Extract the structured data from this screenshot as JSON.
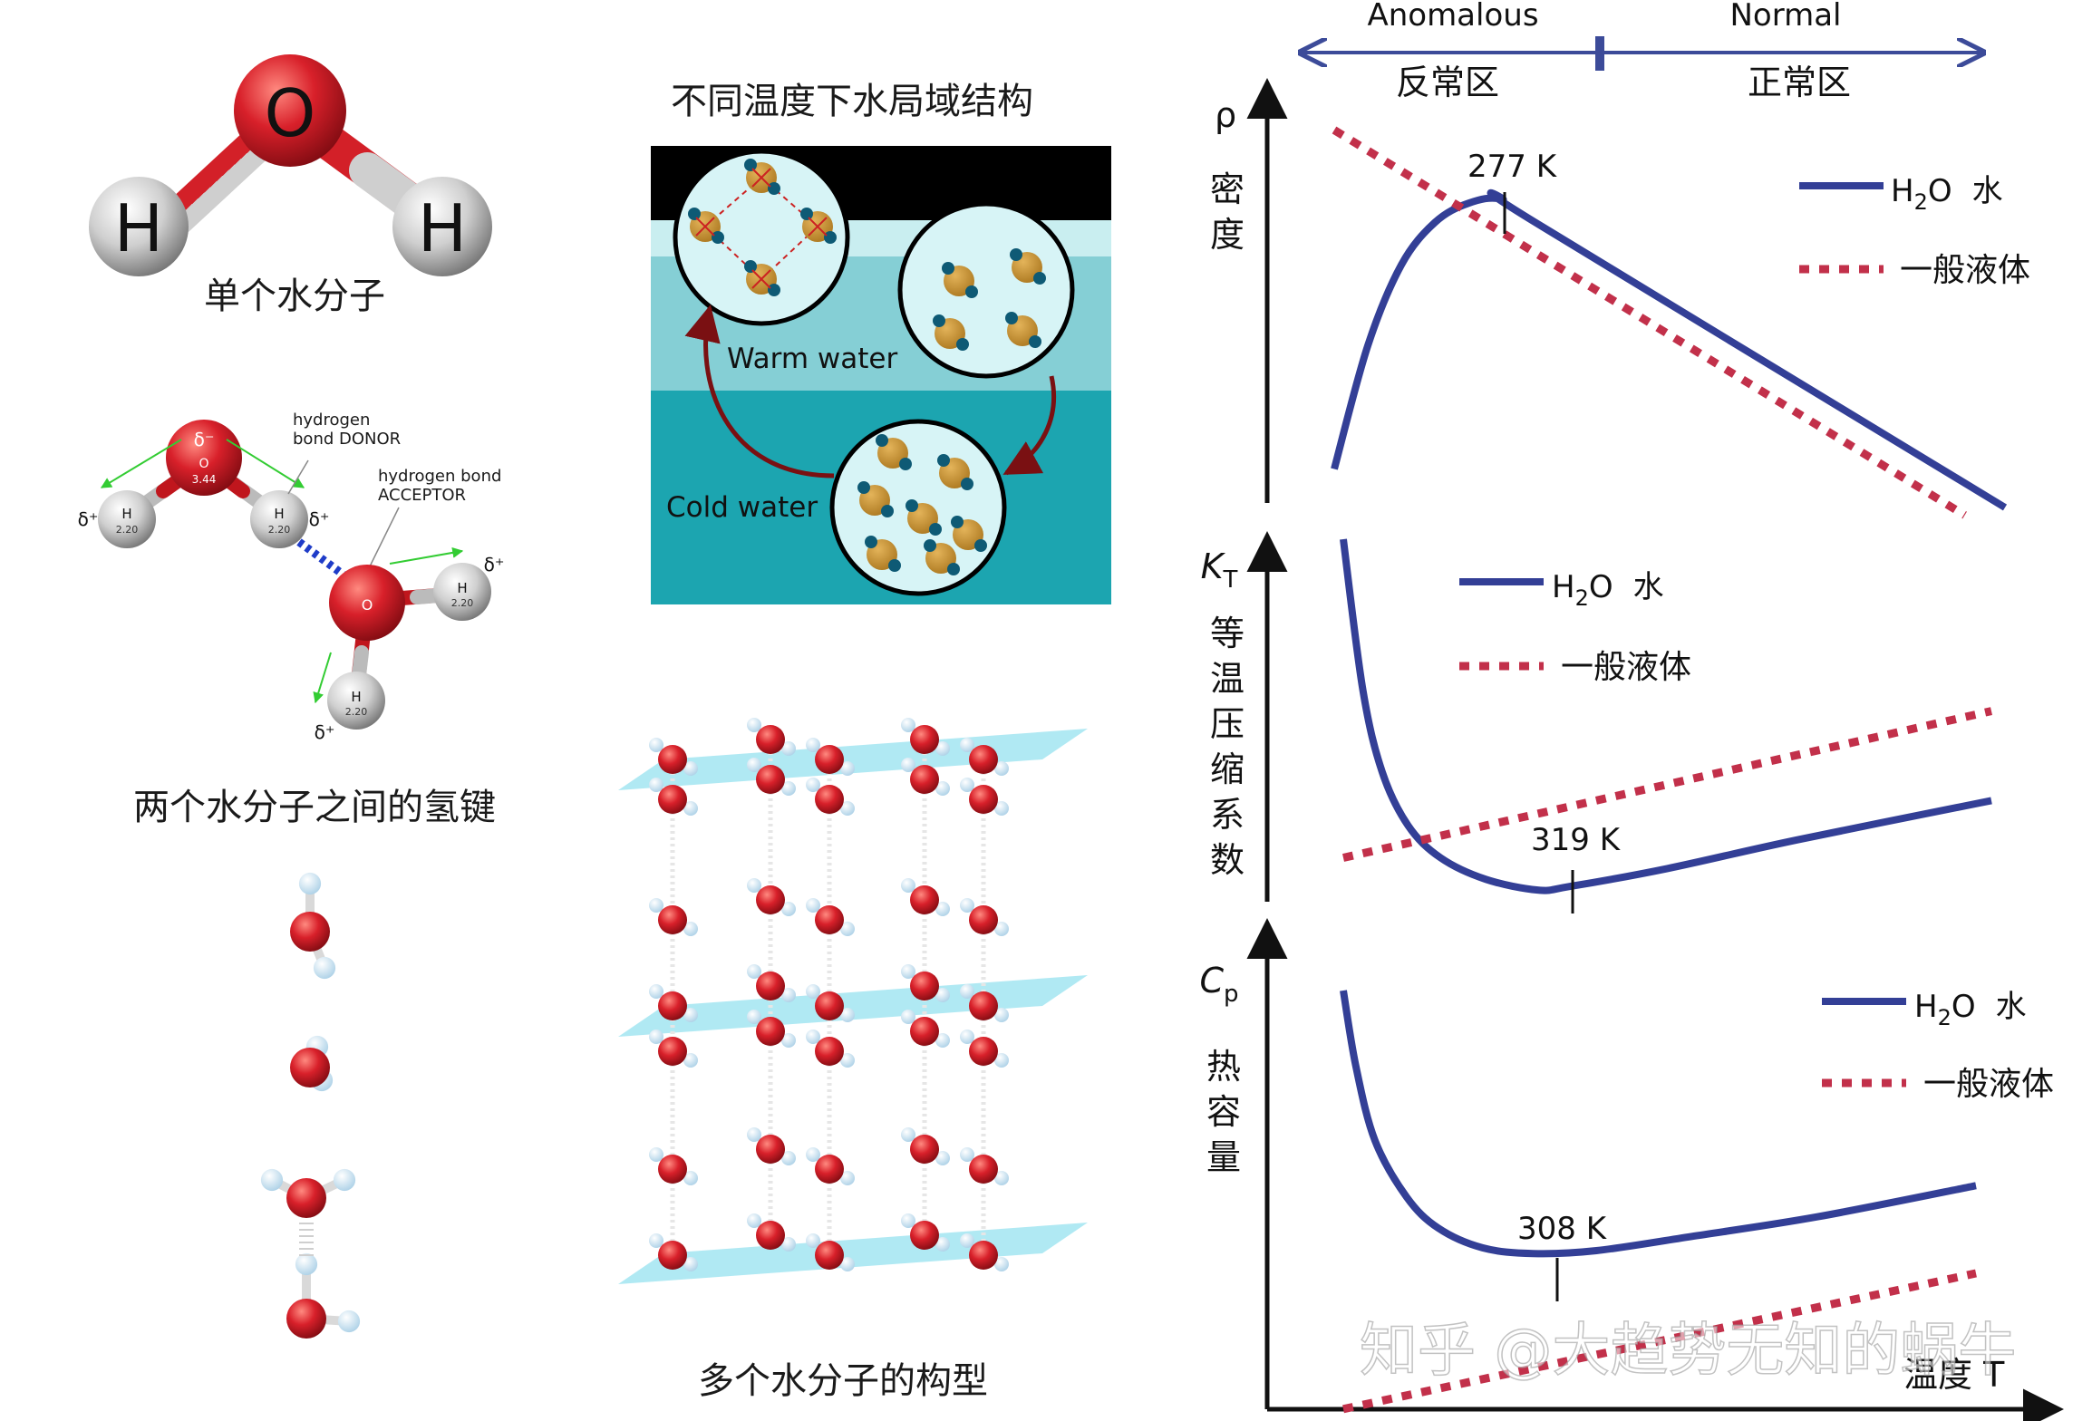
{
  "captions": {
    "single_molecule": "单个水分子",
    "hbond": "两个水分子之间的氢键",
    "local_structure_title": "不同温度下水局域结构",
    "ice_structure": "多个水分子的构型"
  },
  "single_molecule": {
    "oxygen": "O",
    "hydrogen_left": "H",
    "hydrogen_right": "H"
  },
  "hbond_diagram": {
    "donor_label_1": "hydrogen",
    "donor_label_2": "bond DONOR",
    "acceptor_label_1": "hydrogen bond",
    "acceptor_label_2": "ACCEPTOR",
    "delta_minus": "δ⁻",
    "delta_plus": "δ⁺",
    "h_value": "2.20",
    "o_value": "3.44",
    "hydrogen": "H",
    "oxygen": "O"
  },
  "local_structure": {
    "warm_label": "Warm water",
    "cold_label": "Cold water"
  },
  "regions": {
    "anomalous_en": "Anomalous",
    "anomalous_zh": "反常区",
    "normal_en": "Normal",
    "normal_zh": "正常区"
  },
  "legend": {
    "water_formula": "H",
    "water_sub": "2",
    "water_tail": "O",
    "water_zh": "水",
    "generic": "一般液体"
  },
  "chart_data": [
    {
      "type": "line",
      "ylabel_symbol": "ρ",
      "ylabel": "密度",
      "annotation": "277 K",
      "series": [
        {
          "name": "H2O 水",
          "color": "#333f96",
          "style": "solid",
          "x": [
            0,
            0.05,
            0.1,
            0.15,
            0.2,
            0.25,
            0.3,
            1.0
          ],
          "y": [
            0.1,
            0.42,
            0.63,
            0.74,
            0.79,
            0.8,
            0.74,
            0.0
          ]
        },
        {
          "name": "一般液体",
          "color": "#c2304a",
          "style": "dotted",
          "x": [
            0,
            0.94
          ],
          "y": [
            0.98,
            -0.02
          ]
        }
      ]
    },
    {
      "type": "line",
      "ylabel_symbol": "K",
      "ylabel_sub": "T",
      "ylabel": "等温压缩系数",
      "annotation": "319 K",
      "series": [
        {
          "name": "H2O 水",
          "color": "#333f96",
          "style": "solid",
          "x": [
            0,
            0.03,
            0.06,
            0.1,
            0.15,
            0.22,
            0.3,
            0.35,
            0.5,
            0.7,
            1.0
          ],
          "y": [
            1.0,
            0.58,
            0.35,
            0.2,
            0.11,
            0.05,
            0.02,
            0.03,
            0.08,
            0.16,
            0.27
          ]
        },
        {
          "name": "一般液体",
          "color": "#c2304a",
          "style": "dotted",
          "x": [
            0,
            1.0
          ],
          "y": [
            0.11,
            0.52
          ]
        }
      ]
    },
    {
      "type": "line",
      "ylabel_symbol": "C",
      "ylabel_sub": "p",
      "ylabel": "热容量",
      "xlabel": "温度 T",
      "annotation": "308 K",
      "series": [
        {
          "name": "H2O 水",
          "color": "#333f96",
          "style": "solid",
          "x": [
            0,
            0.02,
            0.05,
            0.1,
            0.15,
            0.22,
            0.3,
            0.4,
            0.55,
            0.75,
            1.0
          ],
          "y": [
            1.0,
            0.73,
            0.47,
            0.27,
            0.16,
            0.09,
            0.07,
            0.08,
            0.13,
            0.2,
            0.31
          ]
        },
        {
          "name": "一般液体",
          "color": "#c2304a",
          "style": "dotted",
          "x": [
            0,
            1.0
          ],
          "y": [
            -0.48,
            0.0
          ]
        }
      ]
    }
  ],
  "watermark": "知乎 @大趋势无知的蜗牛"
}
